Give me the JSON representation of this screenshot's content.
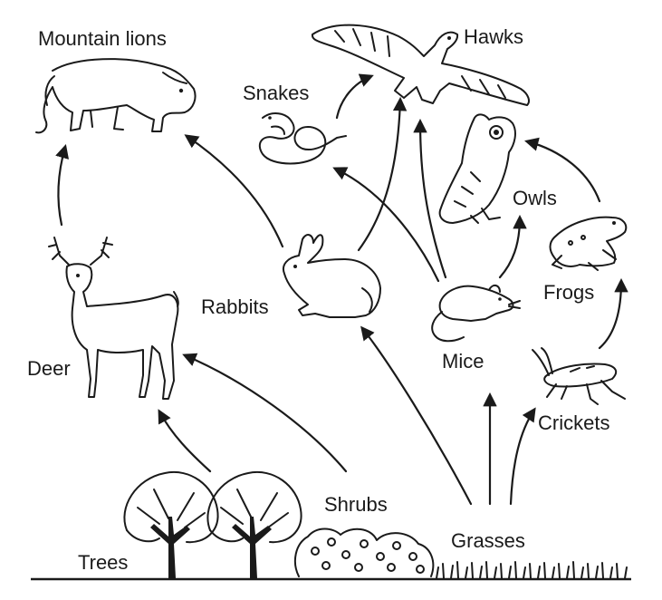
{
  "organisms": {
    "mountain_lions": "Mountain lions",
    "hawks": "Hawks",
    "snakes": "Snakes",
    "owls": "Owls",
    "frogs": "Frogs",
    "rabbits": "Rabbits",
    "mice": "Mice",
    "deer": "Deer",
    "crickets": "Crickets",
    "shrubs": "Shrubs",
    "grasses": "Grasses",
    "trees": "Trees"
  },
  "food_web_links": [
    {
      "from": "Trees",
      "to": "Deer"
    },
    {
      "from": "Shrubs",
      "to": "Deer"
    },
    {
      "from": "Grasses",
      "to": "Rabbits"
    },
    {
      "from": "Grasses",
      "to": "Mice"
    },
    {
      "from": "Grasses",
      "to": "Crickets"
    },
    {
      "from": "Deer",
      "to": "Mountain lions"
    },
    {
      "from": "Rabbits",
      "to": "Mountain lions"
    },
    {
      "from": "Rabbits",
      "to": "Hawks"
    },
    {
      "from": "Mice",
      "to": "Snakes"
    },
    {
      "from": "Mice",
      "to": "Hawks"
    },
    {
      "from": "Mice",
      "to": "Owls"
    },
    {
      "from": "Snakes",
      "to": "Hawks"
    },
    {
      "from": "Crickets",
      "to": "Frogs"
    },
    {
      "from": "Frogs",
      "to": "Owls"
    }
  ]
}
